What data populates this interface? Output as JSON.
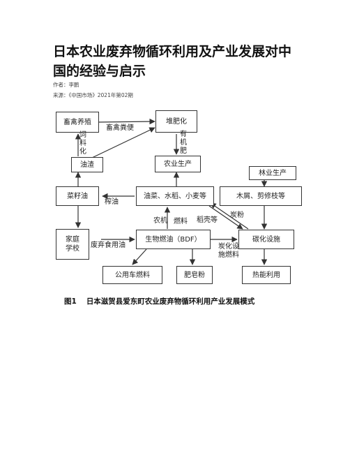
{
  "article": {
    "title": "日本农业废弃物循环利用及产业发展对中国的经验与启示",
    "author": "作者：李鹏",
    "source": "来源：《中国市场》2021年第02期"
  },
  "figure": {
    "caption_number": "图1",
    "caption_text": "日本滋贺县爱东町农业废弃物循环利用产业发展模式",
    "nodes": {
      "livestock": "畜禽养殖",
      "compost": "堆肥化",
      "oil_residue": "油渣",
      "agri_production": "农业生产",
      "forestry": "林业生产",
      "rapeseed_oil": "菜籽油",
      "crops": "油菜、水稻、小麦等",
      "wood_waste": "木屑、剪修枝等",
      "household_school": "家庭\n学校",
      "bdf": "生物燃油（BDF）",
      "carbonization": "碳化设施",
      "bus_fuel": "公用车燃料",
      "soap": "肥皂粉",
      "thermal": "热能利用"
    },
    "edge_labels": {
      "manure": "畜禽粪便",
      "feed": "饲\n料\n化",
      "organic_fertilizer": "有\n机\n肥",
      "pressing": "榨油",
      "waste_oil": "废弃食用油",
      "farm_machinery": "农机",
      "fuel": "燃料",
      "husks": "稻壳等",
      "charcoal": "炭粉",
      "facility_fuel": "炭化设\n施燃料"
    }
  }
}
